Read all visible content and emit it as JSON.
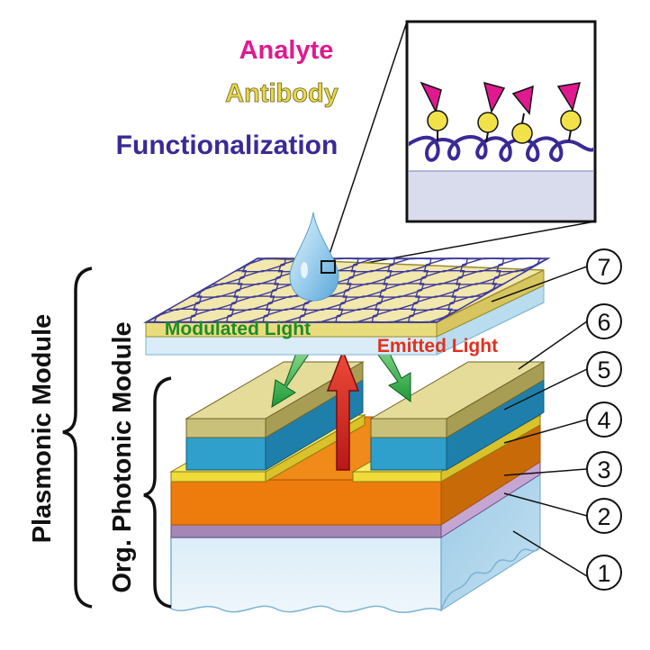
{
  "labels": {
    "analyte": "Analyte",
    "antibody": "Antibody",
    "functionalization": "Functionalization",
    "modulated_light": "Modulated Light",
    "emitted_light": "Emitted Light",
    "plasmonic_module": "Plasmonic Module",
    "org_photonic_module": "Org. Photonic Module"
  },
  "layer_numbers": [
    "7",
    "6",
    "5",
    "4",
    "3",
    "2",
    "1"
  ],
  "colors": {
    "analyte": "#e0198f",
    "antibody": "#e7d84a",
    "functionalization": "#3a2a96",
    "modulated_light": "#1e8c2e",
    "emitted_light": "#e0301e",
    "substrate": "#cfe6f4",
    "organic_layer": "#ef7e0c",
    "electrode": "#f2e24a",
    "active_layer": "#2e9cc9",
    "top_contact": "#d6cd7e",
    "grating": "#efe6a8"
  },
  "icons": {
    "droplet": "water-drop-icon"
  }
}
